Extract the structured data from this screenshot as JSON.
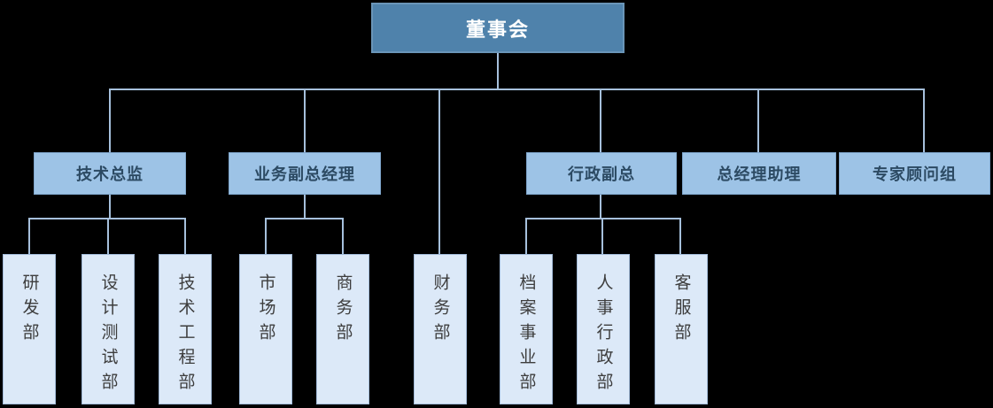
{
  "diagram": {
    "type": "org-chart",
    "root": {
      "label": "董事会"
    },
    "level2": [
      {
        "label": "技术总监",
        "parent": "董事会",
        "children": [
          "研发部",
          "设计测试部",
          "技术工程部"
        ]
      },
      {
        "label": "业务副总经理",
        "parent": "董事会",
        "children": [
          "市场部",
          "商务部"
        ]
      },
      {
        "label": "行政副总",
        "parent": "董事会",
        "children": [
          "档案事业部",
          "人事行政部",
          "客服部"
        ]
      },
      {
        "label": "总经理助理",
        "parent": "董事会",
        "children": []
      },
      {
        "label": "专家顾问组",
        "parent": "董事会",
        "children": []
      }
    ],
    "departments": [
      {
        "label": "研发部",
        "parent": "技术总监"
      },
      {
        "label": "设计测试部",
        "parent": "技术总监"
      },
      {
        "label": "技术工程部",
        "parent": "技术总监"
      },
      {
        "label": "市场部",
        "parent": "业务副总经理"
      },
      {
        "label": "商务部",
        "parent": "业务副总经理"
      },
      {
        "label": "财务部",
        "parent": "董事会"
      },
      {
        "label": "档案事业部",
        "parent": "行政副总"
      },
      {
        "label": "人事行政部",
        "parent": "行政副总"
      },
      {
        "label": "客服部",
        "parent": "行政副总"
      }
    ]
  },
  "colors": {
    "background": "#000000",
    "root_fill": "#4f82ab",
    "root_border": "#6a95b8",
    "root_text": "#ffffff",
    "level2_fill": "#9dc3e6",
    "level2_border": "#7fa6cc",
    "level2_text": "#2c4a63",
    "dept_fill": "#dce9f8",
    "dept_border": "#a3bcda",
    "dept_text": "#3d3d3d",
    "connector": "#a6c0dc"
  }
}
